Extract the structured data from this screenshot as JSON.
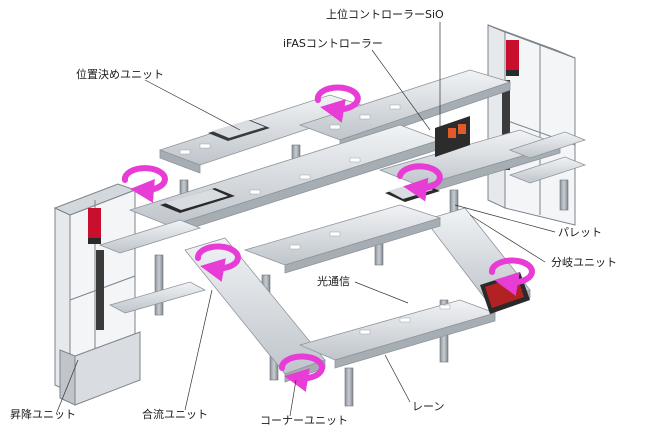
{
  "labels": {
    "upper_controller": "上位コントローラーSiO",
    "ifas_controller": "iFASコントローラー",
    "positioning_unit": "位置決めユニット",
    "pallet": "パレット",
    "branch_unit": "分岐ユニット",
    "optical_comm": "光通信",
    "lift_unit": "昇降ユニット",
    "merge_unit": "合流ユニット",
    "corner_unit": "コーナーユニット",
    "lane": "レーン"
  },
  "colors": {
    "frame": "#a9afb5",
    "frame_dark": "#7d848b",
    "rail_light": "#e8ebee",
    "rail_mid": "#c7ccd1",
    "rail_dark": "#9aa1a8",
    "arrow": "#e83cd6",
    "tower_red": "#c8102e",
    "dark_block": "#2a2a2a",
    "leader": "#333333"
  },
  "icons": {
    "arrows": "rotation-arrow-icon"
  }
}
